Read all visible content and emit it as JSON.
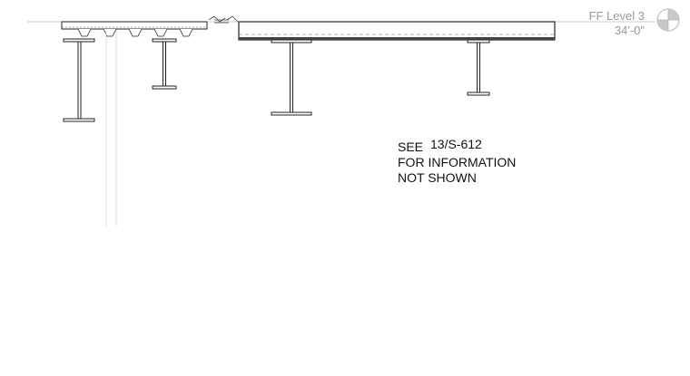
{
  "level_marker": {
    "name": "FF Level 3",
    "elevation": "34'-0\"",
    "symbol": "level-target-icon"
  },
  "note": {
    "line1_prefix": "SEE",
    "line1_ref": "13/S-612",
    "line2": "FOR INFORMATION",
    "line3": "NOT SHOWN"
  },
  "colors": {
    "line": "#222222",
    "level_text": "#9a9a9a",
    "level_line": "#cfcfcf",
    "column": "#dddddd"
  }
}
